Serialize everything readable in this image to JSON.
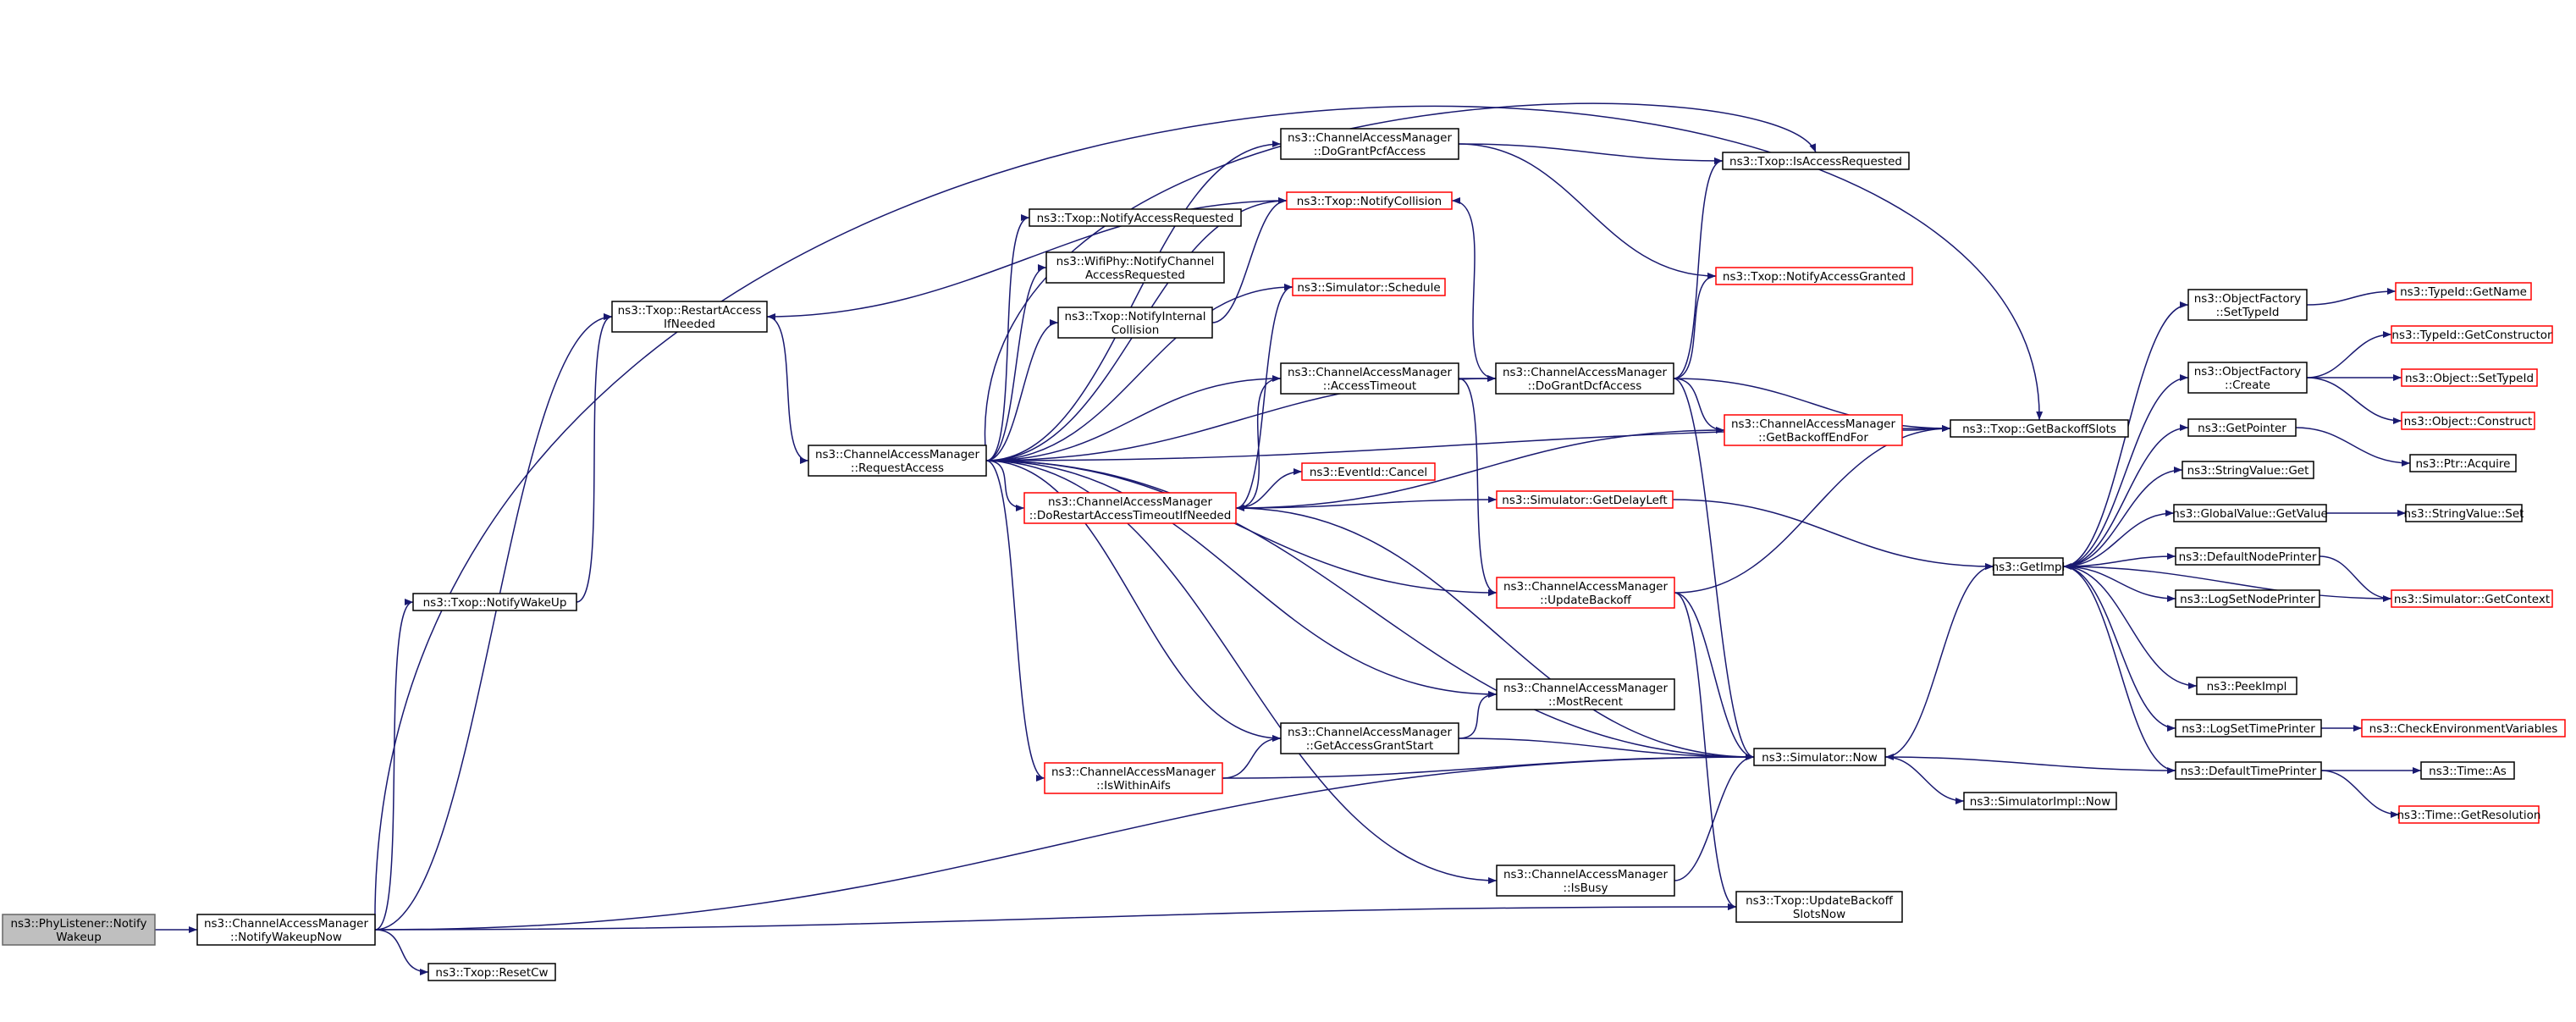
{
  "diagram": {
    "kind": "doxygen-call-graph",
    "colors": {
      "edge": "#191970",
      "node_border": "#000000",
      "truncated_node_border": "#ff0000",
      "root_fill": "#bfbfbf",
      "background": "#ffffff"
    },
    "nodes": {
      "n0": {
        "lines": [
          "ns3::PhyListener::Notify",
          "Wakeup"
        ],
        "style": "root"
      },
      "n1": {
        "lines": [
          "ns3::ChannelAccessManager",
          "::NotifyWakeupNow"
        ],
        "style": "normal"
      },
      "n2": {
        "lines": [
          "ns3::Txop::NotifyWakeUp"
        ],
        "style": "normal"
      },
      "n3": {
        "lines": [
          "ns3::Txop::RestartAccess",
          "IfNeeded"
        ],
        "style": "normal"
      },
      "n4": {
        "lines": [
          "ns3::ChannelAccessManager",
          "::RequestAccess"
        ],
        "style": "normal"
      },
      "n5": {
        "lines": [
          "ns3::Txop::ResetCw"
        ],
        "style": "normal"
      },
      "n6": {
        "lines": [
          "ns3::ChannelAccessManager",
          "::DoGrantPcfAccess"
        ],
        "style": "normal"
      },
      "n7": {
        "lines": [
          "ns3::Txop::NotifyCollision"
        ],
        "style": "truncated"
      },
      "n8": {
        "lines": [
          "ns3::Txop::NotifyAccessRequested"
        ],
        "style": "normal"
      },
      "n9": {
        "lines": [
          "ns3::WifiPhy::NotifyChannel",
          "AccessRequested"
        ],
        "style": "normal"
      },
      "n10": {
        "lines": [
          "ns3::Txop::NotifyInternal",
          "Collision"
        ],
        "style": "normal"
      },
      "n11": {
        "lines": [
          "ns3::Simulator::Schedule"
        ],
        "style": "truncated"
      },
      "n12": {
        "lines": [
          "ns3::ChannelAccessManager",
          "::AccessTimeout"
        ],
        "style": "normal"
      },
      "n13": {
        "lines": [
          "ns3::ChannelAccessManager",
          "::DoRestartAccessTimeoutIfNeeded"
        ],
        "style": "truncated"
      },
      "n14": {
        "lines": [
          "ns3::EventId::Cancel"
        ],
        "style": "truncated"
      },
      "n15": {
        "lines": [
          "ns3::ChannelAccessManager",
          "::IsWithinAifs"
        ],
        "style": "truncated"
      },
      "n16": {
        "lines": [
          "ns3::ChannelAccessManager",
          "::GetAccessGrantStart"
        ],
        "style": "normal"
      },
      "n17": {
        "lines": [
          "ns3::ChannelAccessManager",
          "::DoGrantDcfAccess"
        ],
        "style": "normal"
      },
      "n18": {
        "lines": [
          "ns3::Simulator::GetDelayLeft"
        ],
        "style": "truncated"
      },
      "n19": {
        "lines": [
          "ns3::ChannelAccessManager",
          "::UpdateBackoff"
        ],
        "style": "truncated"
      },
      "n20": {
        "lines": [
          "ns3::ChannelAccessManager",
          "::MostRecent"
        ],
        "style": "normal"
      },
      "n21": {
        "lines": [
          "ns3::ChannelAccessManager",
          "::IsBusy"
        ],
        "style": "normal"
      },
      "n22": {
        "lines": [
          "ns3::Txop::IsAccessRequested"
        ],
        "style": "normal"
      },
      "n23": {
        "lines": [
          "ns3::Txop::NotifyAccessGranted"
        ],
        "style": "truncated"
      },
      "n24": {
        "lines": [
          "ns3::ChannelAccessManager",
          "::GetBackoffEndFor"
        ],
        "style": "truncated"
      },
      "n25": {
        "lines": [
          "ns3::Simulator::Now"
        ],
        "style": "normal"
      },
      "n26": {
        "lines": [
          "ns3::Txop::UpdateBackoff",
          "SlotsNow"
        ],
        "style": "normal"
      },
      "n27": {
        "lines": [
          "ns3::Txop::GetBackoffSlots"
        ],
        "style": "normal"
      },
      "n28": {
        "lines": [
          "ns3::SimulatorImpl::Now"
        ],
        "style": "normal"
      },
      "n29": {
        "lines": [
          "ns3::GetImpl"
        ],
        "style": "normal"
      },
      "n30": {
        "lines": [
          "ns3::ObjectFactory",
          "::SetTypeId"
        ],
        "style": "normal"
      },
      "n31": {
        "lines": [
          "ns3::ObjectFactory",
          "::Create"
        ],
        "style": "normal"
      },
      "n32": {
        "lines": [
          "ns3::GetPointer"
        ],
        "style": "normal"
      },
      "n33": {
        "lines": [
          "ns3::StringValue::Get"
        ],
        "style": "normal"
      },
      "n34": {
        "lines": [
          "ns3::GlobalValue::GetValue"
        ],
        "style": "normal"
      },
      "n35": {
        "lines": [
          "ns3::DefaultNodePrinter"
        ],
        "style": "normal"
      },
      "n36": {
        "lines": [
          "ns3::LogSetNodePrinter"
        ],
        "style": "normal"
      },
      "n37": {
        "lines": [
          "ns3::PeekImpl"
        ],
        "style": "normal"
      },
      "n38": {
        "lines": [
          "ns3::LogSetTimePrinter"
        ],
        "style": "normal"
      },
      "n39": {
        "lines": [
          "ns3::DefaultTimePrinter"
        ],
        "style": "normal"
      },
      "n40": {
        "lines": [
          "ns3::TypeId::GetName"
        ],
        "style": "truncated"
      },
      "n41": {
        "lines": [
          "ns3::TypeId::GetConstructor"
        ],
        "style": "truncated"
      },
      "n42": {
        "lines": [
          "ns3::Object::SetTypeId"
        ],
        "style": "truncated"
      },
      "n43": {
        "lines": [
          "ns3::Object::Construct"
        ],
        "style": "truncated"
      },
      "n44": {
        "lines": [
          "ns3::Ptr::Acquire"
        ],
        "style": "normal"
      },
      "n45": {
        "lines": [
          "ns3::StringValue::Set"
        ],
        "style": "normal"
      },
      "n46": {
        "lines": [
          "ns3::Simulator::GetContext"
        ],
        "style": "truncated"
      },
      "n47": {
        "lines": [
          "ns3::CheckEnvironmentVariables"
        ],
        "style": "truncated"
      },
      "n48": {
        "lines": [
          "ns3::Time::As"
        ],
        "style": "normal"
      },
      "n49": {
        "lines": [
          "ns3::Time::GetResolution"
        ],
        "style": "truncated"
      }
    },
    "edges": [
      [
        "n0",
        "n1"
      ],
      [
        "n1",
        "n2"
      ],
      [
        "n1",
        "n3"
      ],
      [
        "n1",
        "n5"
      ],
      [
        "n1",
        "n25"
      ],
      [
        "n1",
        "n26"
      ],
      [
        "n1",
        "n27"
      ],
      [
        "n2",
        "n3"
      ],
      [
        "n3",
        "n4"
      ],
      [
        "n4",
        "n6"
      ],
      [
        "n4",
        "n7"
      ],
      [
        "n4",
        "n8"
      ],
      [
        "n4",
        "n9"
      ],
      [
        "n4",
        "n10"
      ],
      [
        "n4",
        "n11"
      ],
      [
        "n4",
        "n12"
      ],
      [
        "n4",
        "n13"
      ],
      [
        "n4",
        "n15"
      ],
      [
        "n4",
        "n16"
      ],
      [
        "n4",
        "n17"
      ],
      [
        "n4",
        "n19"
      ],
      [
        "n4",
        "n20"
      ],
      [
        "n4",
        "n21"
      ],
      [
        "n4",
        "n22"
      ],
      [
        "n4",
        "n25"
      ],
      [
        "n4",
        "n27"
      ],
      [
        "n6",
        "n22"
      ],
      [
        "n6",
        "n23"
      ],
      [
        "n7",
        "n3"
      ],
      [
        "n10",
        "n7"
      ],
      [
        "n12",
        "n17"
      ],
      [
        "n12",
        "n13"
      ],
      [
        "n12",
        "n19"
      ],
      [
        "n13",
        "n11"
      ],
      [
        "n13",
        "n14"
      ],
      [
        "n13",
        "n18"
      ],
      [
        "n13",
        "n24"
      ],
      [
        "n13",
        "n25"
      ],
      [
        "n15",
        "n16"
      ],
      [
        "n15",
        "n25"
      ],
      [
        "n16",
        "n20"
      ],
      [
        "n16",
        "n25"
      ],
      [
        "n17",
        "n7"
      ],
      [
        "n17",
        "n22"
      ],
      [
        "n17",
        "n23"
      ],
      [
        "n17",
        "n24"
      ],
      [
        "n17",
        "n25"
      ],
      [
        "n17",
        "n27"
      ],
      [
        "n18",
        "n29"
      ],
      [
        "n19",
        "n25"
      ],
      [
        "n19",
        "n26"
      ],
      [
        "n19",
        "n27"
      ],
      [
        "n21",
        "n25"
      ],
      [
        "n24",
        "n27"
      ],
      [
        "n25",
        "n28"
      ],
      [
        "n25",
        "n29"
      ],
      [
        "n29",
        "n30"
      ],
      [
        "n29",
        "n31"
      ],
      [
        "n29",
        "n32"
      ],
      [
        "n29",
        "n33"
      ],
      [
        "n29",
        "n34"
      ],
      [
        "n29",
        "n35"
      ],
      [
        "n29",
        "n36"
      ],
      [
        "n29",
        "n37"
      ],
      [
        "n29",
        "n38"
      ],
      [
        "n29",
        "n39"
      ],
      [
        "n30",
        "n40"
      ],
      [
        "n31",
        "n41"
      ],
      [
        "n31",
        "n42"
      ],
      [
        "n31",
        "n43"
      ],
      [
        "n32",
        "n44"
      ],
      [
        "n34",
        "n45"
      ],
      [
        "n35",
        "n46"
      ],
      [
        "n46",
        "n29"
      ],
      [
        "n38",
        "n47"
      ],
      [
        "n39",
        "n25"
      ],
      [
        "n39",
        "n48"
      ],
      [
        "n39",
        "n49"
      ]
    ]
  }
}
